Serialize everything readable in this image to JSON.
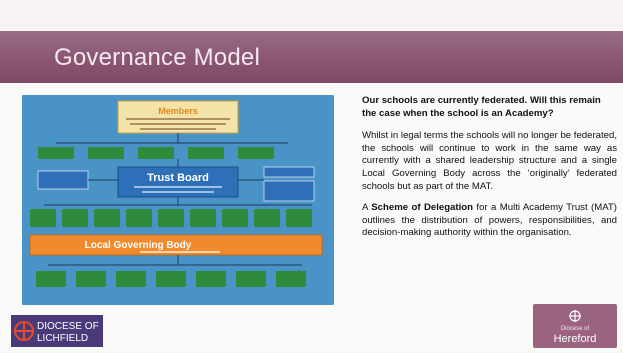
{
  "slide": {
    "title": "Governance Model",
    "colors": {
      "title_band": "#8a5672",
      "diagram_bg": "#4a93c6",
      "box_green": "#2f8a3c",
      "box_orange": "#f08a2c",
      "box_yellow": "#f4e3a8"
    }
  },
  "diagram": {
    "members_label": "Members",
    "trust_board_label": "Trust Board",
    "local_body_label": "Local Governing Body"
  },
  "text": {
    "question": "Our schools are currently federated. Will this remain the case when the school is an Academy?",
    "paragraph1": "Whilst in legal terms the schools will no longer be federated, the schools will continue to work in the same way as currently with a shared leadership structure and a single Local Governing Body across the ‘originally’ federated schools but as part of the MAT.",
    "p2_prefix": "A ",
    "p2_bold": "Scheme of Delegation",
    "p2_suffix": " for a Multi Academy Trust (MAT) outlines the distribution of powers, responsibilities, and decision-making authority within the organisation."
  },
  "logos": {
    "lichfield_line1": "DIOCESE OF",
    "lichfield_line2": "LICHFIELD",
    "hereford_small": "Diocese of",
    "hereford_name": "Hereford"
  }
}
